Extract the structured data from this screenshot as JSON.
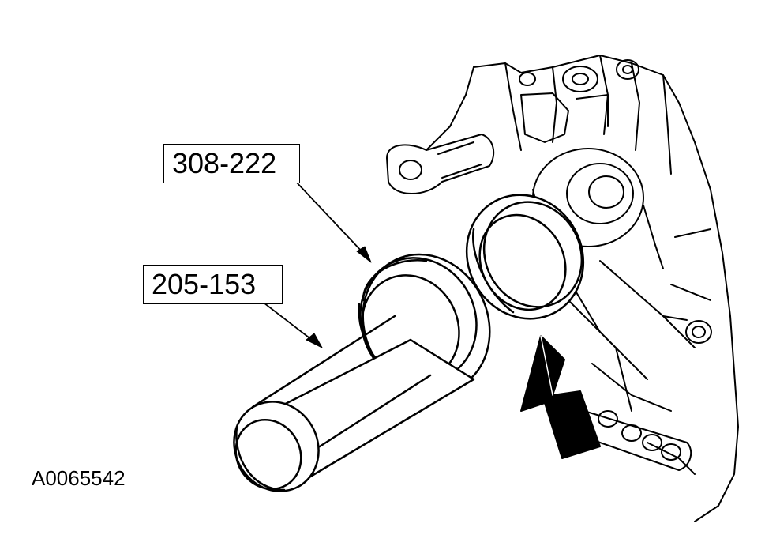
{
  "callouts": {
    "tool_1": "308-222",
    "tool_2": "205-153"
  },
  "figure_id": "A0065542",
  "colors": {
    "line": "#000000",
    "background": "#ffffff"
  }
}
